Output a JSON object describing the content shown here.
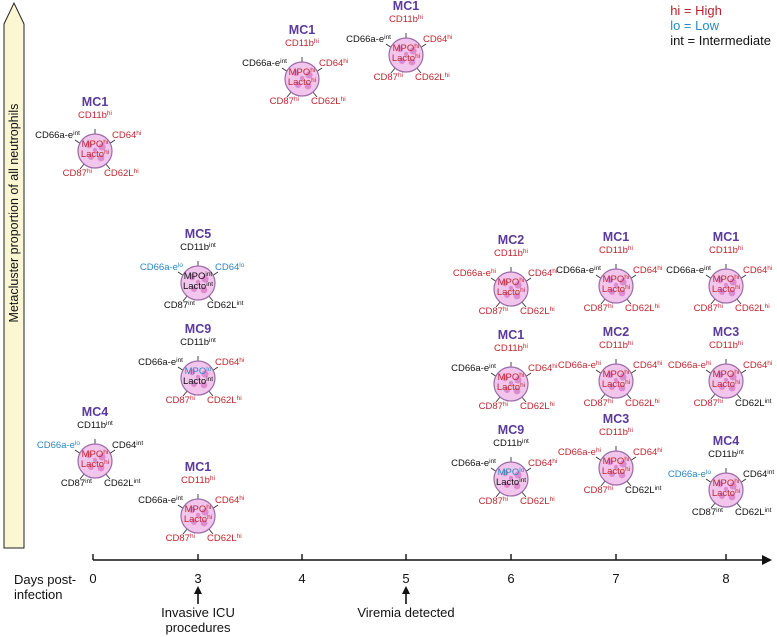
{
  "legend": [
    {
      "text": "hi = High",
      "level": "hi"
    },
    {
      "text": "lo = Low",
      "level": "lo"
    },
    {
      "text": "int = Intermediate",
      "level": "int"
    }
  ],
  "y_axis_label": "Metacluster proportion of all neutrophils",
  "x_axis_title": "Days post-infection",
  "x_ticks": [
    "0",
    "3",
    "4",
    "5",
    "6",
    "7",
    "8"
  ],
  "annotations": [
    {
      "day": "3",
      "text": "Invasive ICU procedures"
    },
    {
      "day": "5",
      "text": "Viremia detected"
    }
  ],
  "colors": {
    "hi": "#c0262f",
    "lo": "#2a86c0",
    "int": "#111111",
    "title": "#5a3a9a",
    "cell_fill": "#f2c6ec",
    "cell_border": "#9b6aa8",
    "granule": "#d97fc9",
    "yaxis_arrow": "#fbf7d2"
  },
  "metaclusters": [
    {
      "day": "0",
      "name": "MC1",
      "cd11b": "hi",
      "cd66": "int",
      "cd64": "hi",
      "cd87": "hi",
      "cd62l": "hi",
      "mpo": "hi",
      "lacto": "hi"
    },
    {
      "day": "0",
      "name": "MC4",
      "cd11b": "int",
      "cd66": "lo",
      "cd64": "int",
      "cd87": "int",
      "cd62l": "int",
      "mpo": "hi",
      "lacto": "hi"
    },
    {
      "day": "3",
      "name": "MC5",
      "cd11b": "int",
      "cd66": "lo",
      "cd64": "lo",
      "cd87": "int",
      "cd62l": "int",
      "mpo": "int",
      "lacto": "int"
    },
    {
      "day": "3",
      "name": "MC9",
      "cd11b": "int",
      "cd66": "int",
      "cd64": "hi",
      "cd87": "hi",
      "cd62l": "hi",
      "mpo": "lo",
      "lacto": "int"
    },
    {
      "day": "3",
      "name": "MC1",
      "cd11b": "hi",
      "cd66": "int",
      "cd64": "hi",
      "cd87": "hi",
      "cd62l": "hi",
      "mpo": "hi",
      "lacto": "hi"
    },
    {
      "day": "4",
      "name": "MC1",
      "cd11b": "hi",
      "cd66": "int",
      "cd64": "hi",
      "cd87": "hi",
      "cd62l": "hi",
      "mpo": "hi",
      "lacto": "hi"
    },
    {
      "day": "5",
      "name": "MC1",
      "cd11b": "hi",
      "cd66": "int",
      "cd64": "hi",
      "cd87": "hi",
      "cd62l": "hi",
      "mpo": "hi",
      "lacto": "hi"
    },
    {
      "day": "6",
      "name": "MC2",
      "cd11b": "hi",
      "cd66": "hi",
      "cd64": "hi",
      "cd87": "hi",
      "cd62l": "hi",
      "mpo": "hi",
      "lacto": "hi"
    },
    {
      "day": "6",
      "name": "MC1",
      "cd11b": "hi",
      "cd66": "int",
      "cd64": "hi",
      "cd87": "hi",
      "cd62l": "hi",
      "mpo": "hi",
      "lacto": "hi"
    },
    {
      "day": "6",
      "name": "MC9",
      "cd11b": "int",
      "cd66": "int",
      "cd64": "hi",
      "cd87": "hi",
      "cd62l": "hi",
      "mpo": "lo",
      "lacto": "int"
    },
    {
      "day": "7",
      "name": "MC1",
      "cd11b": "hi",
      "cd66": "int",
      "cd64": "hi",
      "cd87": "hi",
      "cd62l": "hi",
      "mpo": "hi",
      "lacto": "hi"
    },
    {
      "day": "7",
      "name": "MC2",
      "cd11b": "hi",
      "cd66": "hi",
      "cd64": "hi",
      "cd87": "hi",
      "cd62l": "hi",
      "mpo": "hi",
      "lacto": "hi"
    },
    {
      "day": "7",
      "name": "MC3",
      "cd11b": "hi",
      "cd66": "hi",
      "cd64": "hi",
      "cd87": "hi",
      "cd62l": "int",
      "mpo": "hi",
      "lacto": "hi"
    },
    {
      "day": "8",
      "name": "MC1",
      "cd11b": "hi",
      "cd66": "int",
      "cd64": "hi",
      "cd87": "hi",
      "cd62l": "hi",
      "mpo": "hi",
      "lacto": "hi"
    },
    {
      "day": "8",
      "name": "MC3",
      "cd11b": "hi",
      "cd66": "hi",
      "cd64": "hi",
      "cd87": "hi",
      "cd62l": "int",
      "mpo": "hi",
      "lacto": "hi"
    },
    {
      "day": "8",
      "name": "MC4",
      "cd11b": "int",
      "cd66": "lo",
      "cd64": "int",
      "cd87": "int",
      "cd62l": "int",
      "mpo": "hi",
      "lacto": "hi"
    }
  ]
}
